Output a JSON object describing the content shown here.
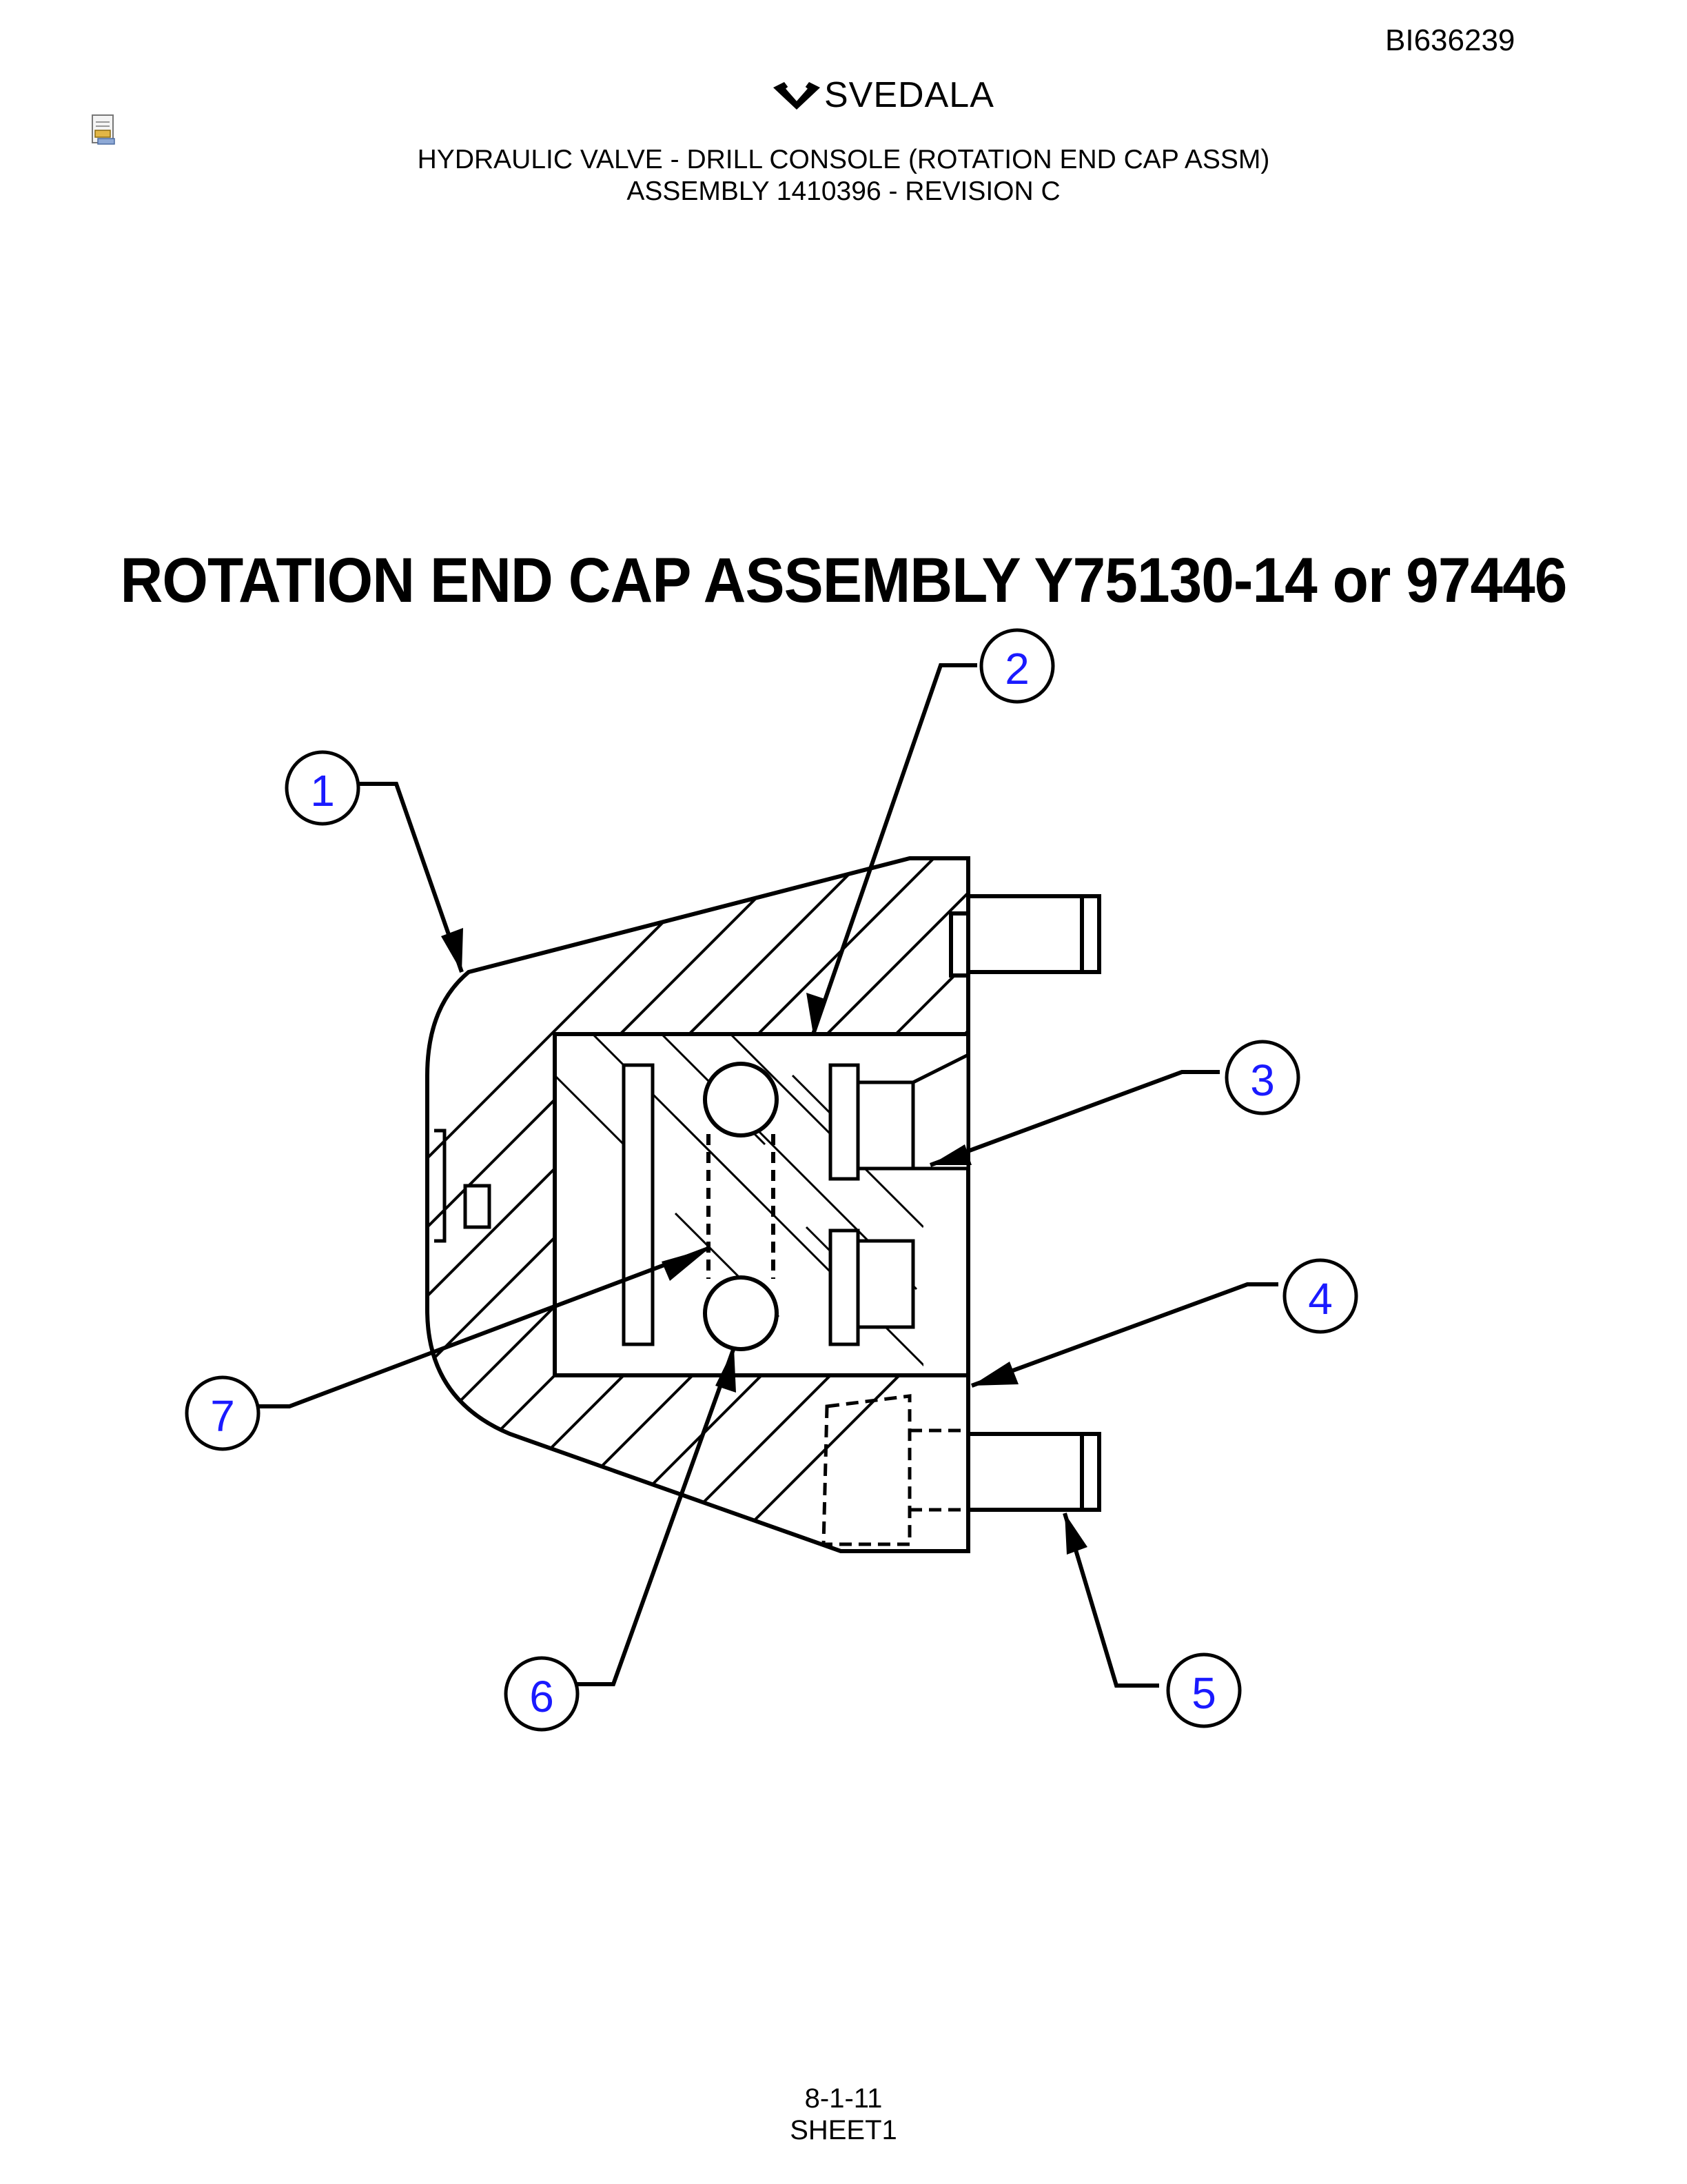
{
  "document_id": "BI636239",
  "brand": {
    "logo_text": "SVEDALA"
  },
  "header": {
    "line1": "HYDRAULIC VALVE - DRILL CONSOLE (ROTATION END CAP ASSM)",
    "line2": "ASSEMBLY 1410396 - REVISION C"
  },
  "title": "ROTATION END CAP ASSEMBLY  Y75130-14 or 97446",
  "callouts": [
    "1",
    "2",
    "3",
    "4",
    "5",
    "6",
    "7"
  ],
  "footer": {
    "page": "8-1-11",
    "sheet": "SHEET1"
  },
  "colors": {
    "callout_text": "#1a1aff",
    "ink": "#000000"
  },
  "icons": {
    "document": "document-icon",
    "logo": "svedala-logo-icon"
  }
}
